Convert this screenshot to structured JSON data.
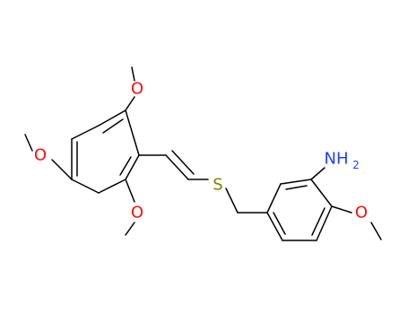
{
  "molecule": {
    "atoms": {
      "o_top": "O",
      "o_left": "O",
      "o_bottom": "O",
      "s": "S",
      "o_right": "O",
      "amine": "NH",
      "amine_sub": "2"
    },
    "colors": {
      "oxygen": "#ff0d0d",
      "sulfur": "#808000",
      "nitrogen": "#1f3fff",
      "bond": "#000000"
    }
  }
}
